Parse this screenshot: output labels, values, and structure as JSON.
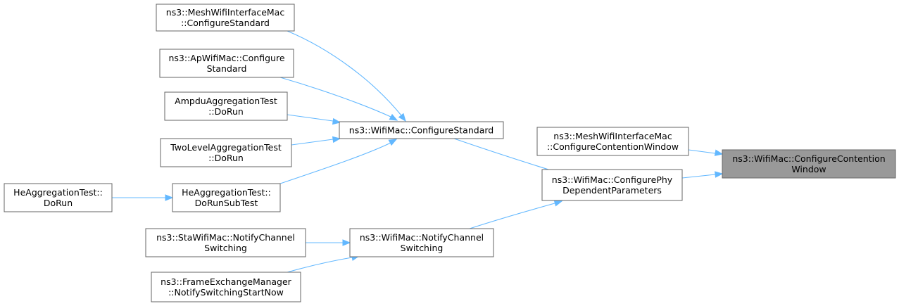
{
  "diagram": {
    "type": "call-graph",
    "nodes": [
      {
        "id": "cfgcw",
        "lines": [
          "ns3::WifiMac::ConfigureContention",
          "Window"
        ],
        "highlighted": true
      },
      {
        "id": "mesh_cw",
        "lines": [
          "ns3::MeshWifiInterfaceMac",
          "::ConfigureContentionWindow"
        ]
      },
      {
        "id": "cfgphy",
        "lines": [
          "ns3::WifiMac::ConfigurePhy",
          "DependentParameters"
        ]
      },
      {
        "id": "cfgstd",
        "lines": [
          "ns3::WifiMac::ConfigureStandard"
        ]
      },
      {
        "id": "notify",
        "lines": [
          "ns3::WifiMac::NotifyChannel",
          "Switching"
        ]
      },
      {
        "id": "mesh_std",
        "lines": [
          "ns3::MeshWifiInterfaceMac",
          "::ConfigureStandard"
        ]
      },
      {
        "id": "ap_std",
        "lines": [
          "ns3::ApWifiMac::Configure",
          "Standard"
        ]
      },
      {
        "id": "ampdu",
        "lines": [
          "AmpduAggregationTest",
          "::DoRun"
        ]
      },
      {
        "id": "twolevel",
        "lines": [
          "TwoLevelAggregationTest",
          "::DoRun"
        ]
      },
      {
        "id": "he_sub",
        "lines": [
          "HeAggregationTest::",
          "DoRunSubTest"
        ]
      },
      {
        "id": "he_run",
        "lines": [
          "HeAggregationTest::",
          "DoRun"
        ]
      },
      {
        "id": "sta_notify",
        "lines": [
          "ns3::StaWifiMac::NotifyChannel",
          "Switching"
        ]
      },
      {
        "id": "fem",
        "lines": [
          "ns3::FrameExchangeManager",
          "::NotifySwitchingStartNow"
        ]
      }
    ],
    "edges": [
      {
        "from": "mesh_cw",
        "to": "cfgcw"
      },
      {
        "from": "cfgphy",
        "to": "cfgcw"
      },
      {
        "from": "cfgstd",
        "to": "cfgphy"
      },
      {
        "from": "notify",
        "to": "cfgphy"
      },
      {
        "from": "mesh_std",
        "to": "cfgstd"
      },
      {
        "from": "ap_std",
        "to": "cfgstd"
      },
      {
        "from": "ampdu",
        "to": "cfgstd"
      },
      {
        "from": "twolevel",
        "to": "cfgstd"
      },
      {
        "from": "he_sub",
        "to": "cfgstd"
      },
      {
        "from": "he_run",
        "to": "he_sub"
      },
      {
        "from": "sta_notify",
        "to": "notify"
      },
      {
        "from": "fem",
        "to": "notify"
      }
    ],
    "colors": {
      "edge": "#63b8ff",
      "node_border": "#666666",
      "highlight_fill": "#999999"
    }
  }
}
